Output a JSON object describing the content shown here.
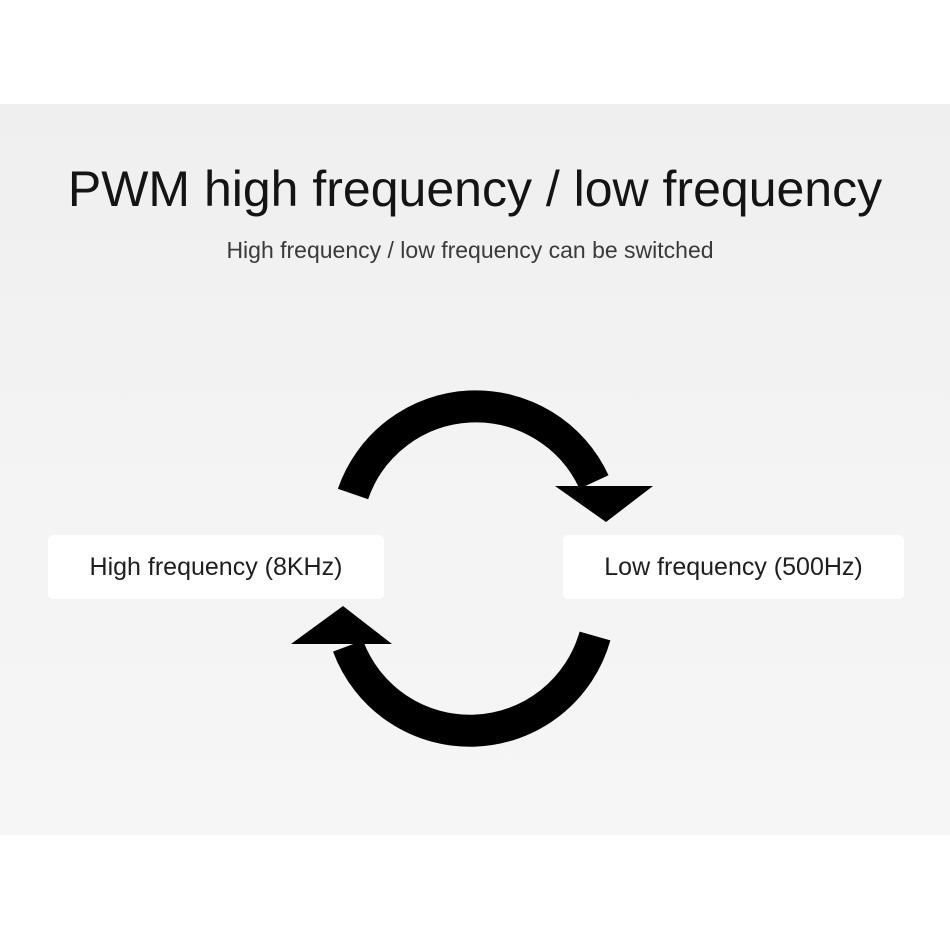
{
  "header": {
    "title": "PWM high frequency / low frequency",
    "subtitle": "High frequency / low frequency can be switched"
  },
  "nodes": {
    "high": "High frequency (8KHz)",
    "low": "Low frequency (500Hz)"
  },
  "colors": {
    "arrow": "#000000",
    "panel": "#f1f1f1",
    "box": "#ffffff",
    "text": "#141414"
  }
}
